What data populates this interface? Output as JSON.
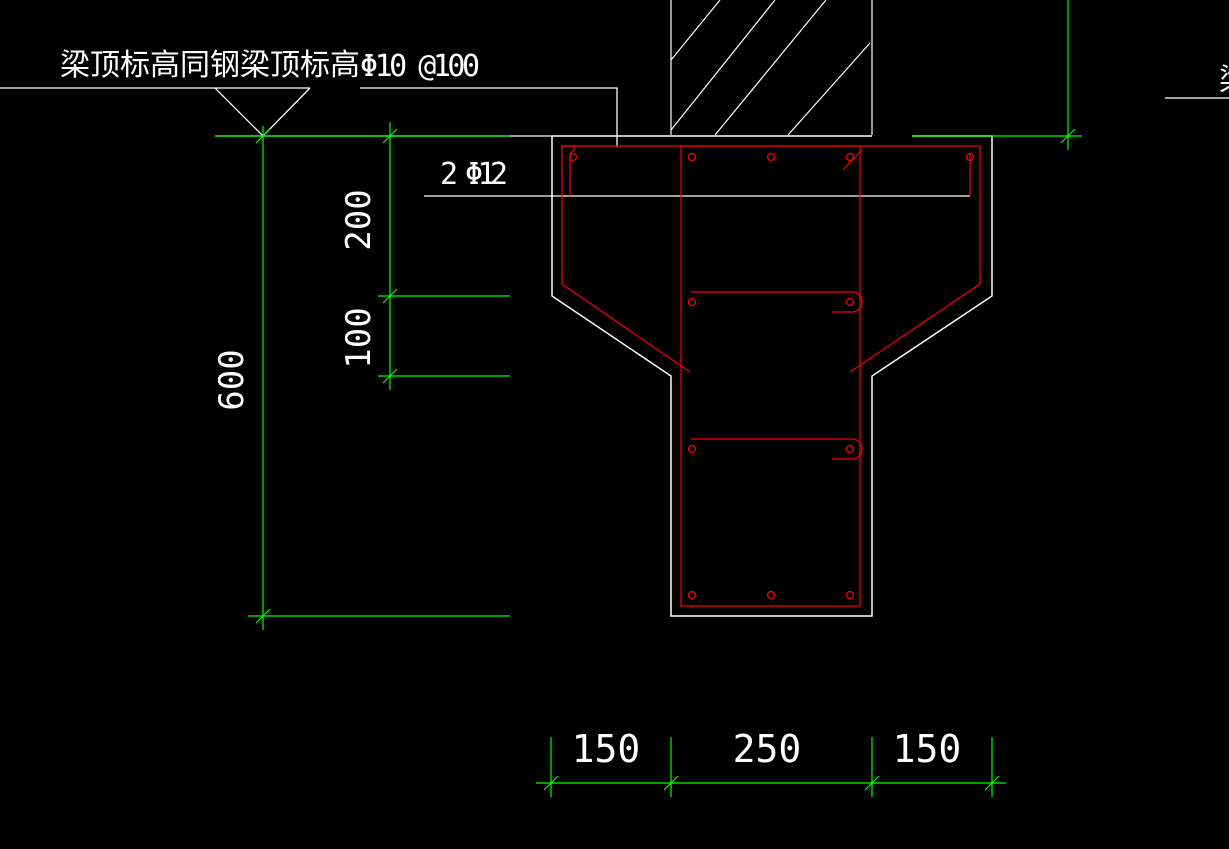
{
  "annotations": {
    "elevation_note": "梁顶标高同钢梁顶标高",
    "stirrup_label": "Φ10 @100",
    "top_bar_label": "2 Φ12",
    "partial_text": "梁"
  },
  "dimensions": {
    "vertical_total": "600",
    "vertical_flange": "200",
    "vertical_haunch": "100",
    "horizontal": [
      "150",
      "250",
      "150"
    ]
  },
  "colors": {
    "background": "#000000",
    "outline": "#ffffff",
    "rebar": "#ff0000",
    "dimension": "#00ff00"
  }
}
